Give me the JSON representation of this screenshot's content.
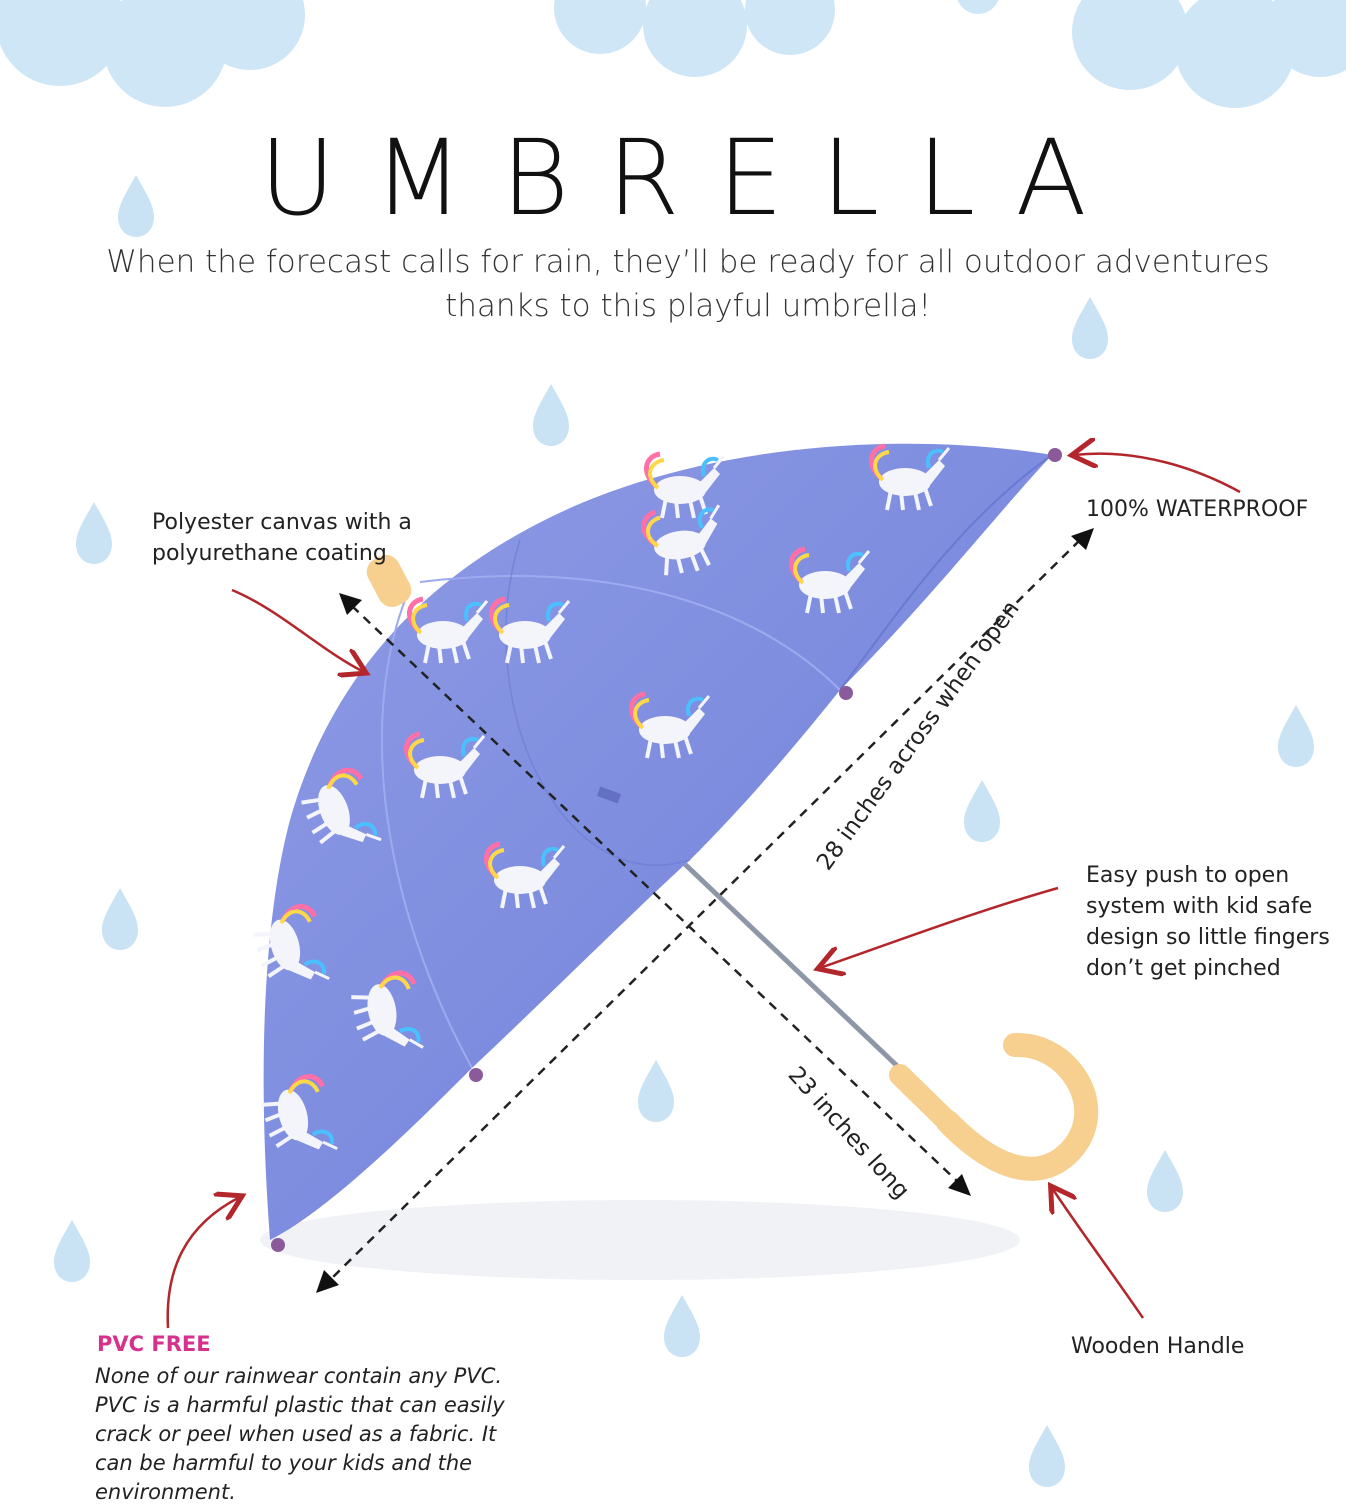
{
  "title": "UMBRELLA",
  "subtitle": "When the forecast calls for rain, they’ll be ready for all outdoor adventures thanks to this playful umbrella!",
  "callouts": {
    "canvas": "Polyester canvas with a polyurethane coating",
    "waterproof": "100% WATERPROOF",
    "push_open": "Easy push to open system with kid safe design so little fingers don’t get pinched",
    "handle": "Wooden Handle"
  },
  "dimensions": {
    "across": "28 inches across when open",
    "length": "23 inches long"
  },
  "pvc": {
    "heading": "PVC FREE",
    "body": "None of our rainwear contain any PVC. PVC is a harmful plastic that can easily crack or peel when used as a fabric. It can be harmful to your kids and the environment."
  },
  "colors": {
    "canopy": "#7f8ee0",
    "raindrop": "#c9e2f4",
    "cloud": "#cfe6f6",
    "arrow": "#b3262b",
    "pvc_heading": "#d6318b",
    "handle": "#f7cf8f",
    "tip": "#8a5a9b"
  }
}
